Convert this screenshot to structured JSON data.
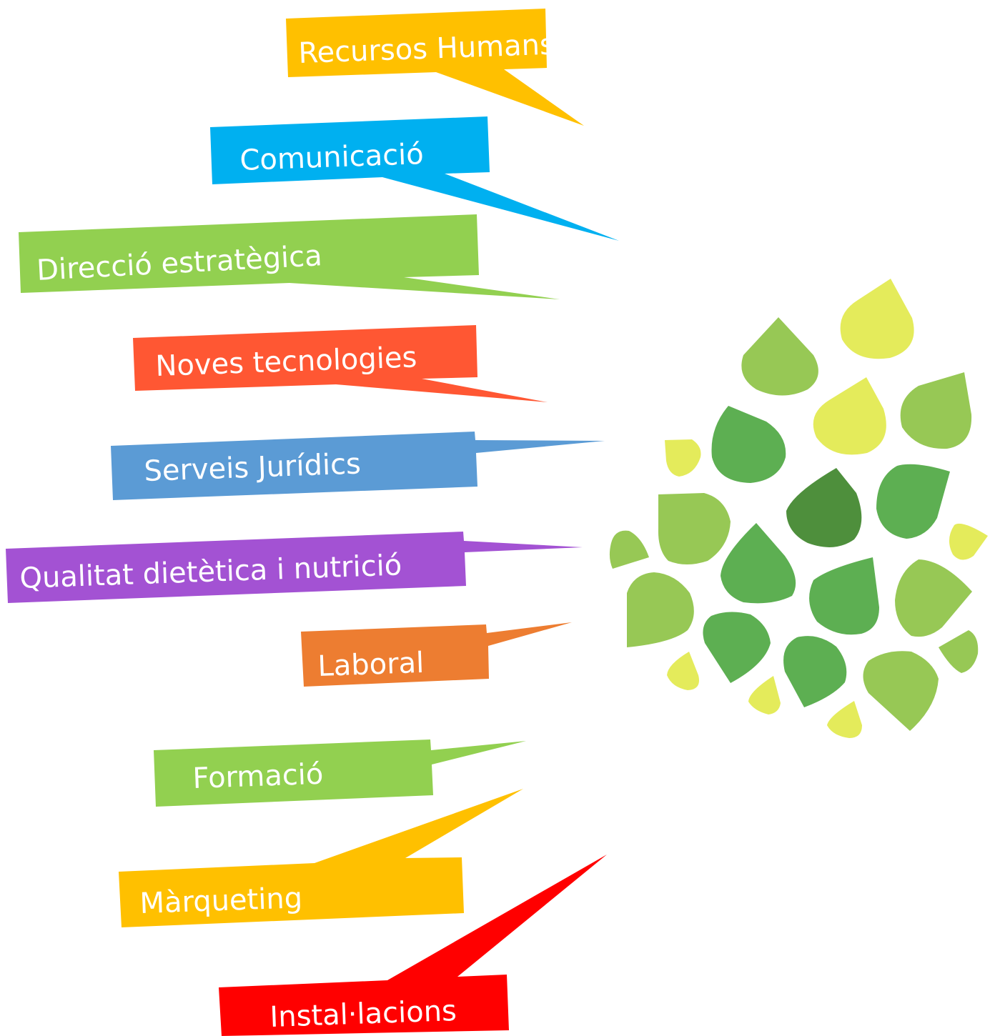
{
  "colors": {
    "yellow": "#FFC000",
    "cyan": "#00B0F0",
    "green": "#92D050",
    "orange_red": "#FF5733",
    "blue": "#5B9BD5",
    "purple": "#A352D3",
    "orange": "#ED7D31",
    "red": "#FF0000",
    "leaf_light": "#E4EB5B",
    "leaf_mid": "#97C855",
    "leaf_green": "#5DAF52",
    "leaf_dark": "#4E8F3C"
  },
  "labels": [
    {
      "id": "recursos-humans",
      "text": "Recursos Humans",
      "color": "#FFC000"
    },
    {
      "id": "comunicacio",
      "text": "Comunicació",
      "color": "#00B0F0"
    },
    {
      "id": "direccio-estrategica",
      "text": "Direcció estratègica",
      "color": "#92D050"
    },
    {
      "id": "noves-tecnologies",
      "text": "Noves tecnologies",
      "color": "#FF5733"
    },
    {
      "id": "serveis-juridics",
      "text": "Serveis Jurídics",
      "color": "#5B9BD5"
    },
    {
      "id": "qualitat-dietetica",
      "text": "Qualitat dietètica i nutrició",
      "color": "#A352D3"
    },
    {
      "id": "laboral",
      "text": "Laboral",
      "color": "#ED7D31"
    },
    {
      "id": "formacio",
      "text": "Formació",
      "color": "#92D050"
    },
    {
      "id": "marqueting",
      "text": "Màrqueting",
      "color": "#FFC000"
    },
    {
      "id": "installacions",
      "text": "Instal·lacions",
      "color": "#FF0000"
    }
  ],
  "logo": {
    "icon": "leaf-cluster-logo"
  }
}
